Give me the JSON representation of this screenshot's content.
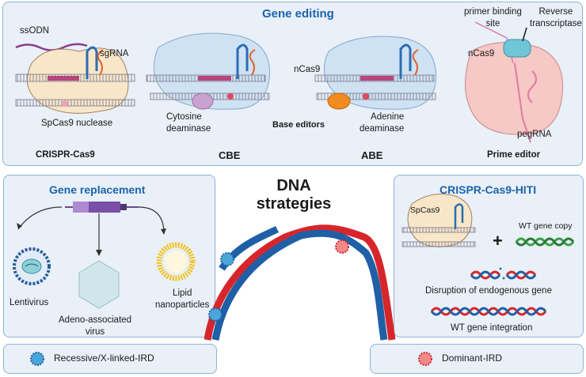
{
  "gene_editing": {
    "title": "Gene editing",
    "crispr": {
      "ssodn": "ssODN",
      "sgrna": "sgRNA",
      "nuclease": "SpCas9 nuclease",
      "caption": "CRISPR-Cas9"
    },
    "base_editors": {
      "cbe_deaminase": "Cytosine\ndeaminase",
      "ncas9": "nCas9",
      "center": "Base editors",
      "abe_deaminase": "Adenine\ndeaminase",
      "cbe_caption": "CBE",
      "abe_caption": "ABE"
    },
    "prime": {
      "pbs": "primer binding\nsite",
      "rt": "Reverse\ntranscriptase",
      "ncas9": "nCas9",
      "pegrna": "pegRNA",
      "caption": "Prime editor"
    }
  },
  "dna_strategies": {
    "title": "DNA\nstrategies"
  },
  "gene_replacement": {
    "title": "Gene replacement",
    "lentivirus": "Lentivirus",
    "aav": "Adeno-associated\nvirus",
    "lnp": "Lipid\nnanoparticles"
  },
  "hiti": {
    "title": "CRISPR-Cas9-HITI",
    "spcas9": "SpCas9",
    "plus": "+",
    "wt_copy": "WT gene copy",
    "disruption": "Disruption of endogenous gene",
    "integration": "WT gene integration"
  },
  "legend": {
    "recessive": "Recessive/X-linked-IRD",
    "dominant": "Dominant-IRD"
  },
  "colors": {
    "title_blue": "#1b64ad",
    "dna_red": "#d7262b",
    "dna_blue": "#1f5fa6",
    "panel_bg": "#e9f0f8"
  }
}
